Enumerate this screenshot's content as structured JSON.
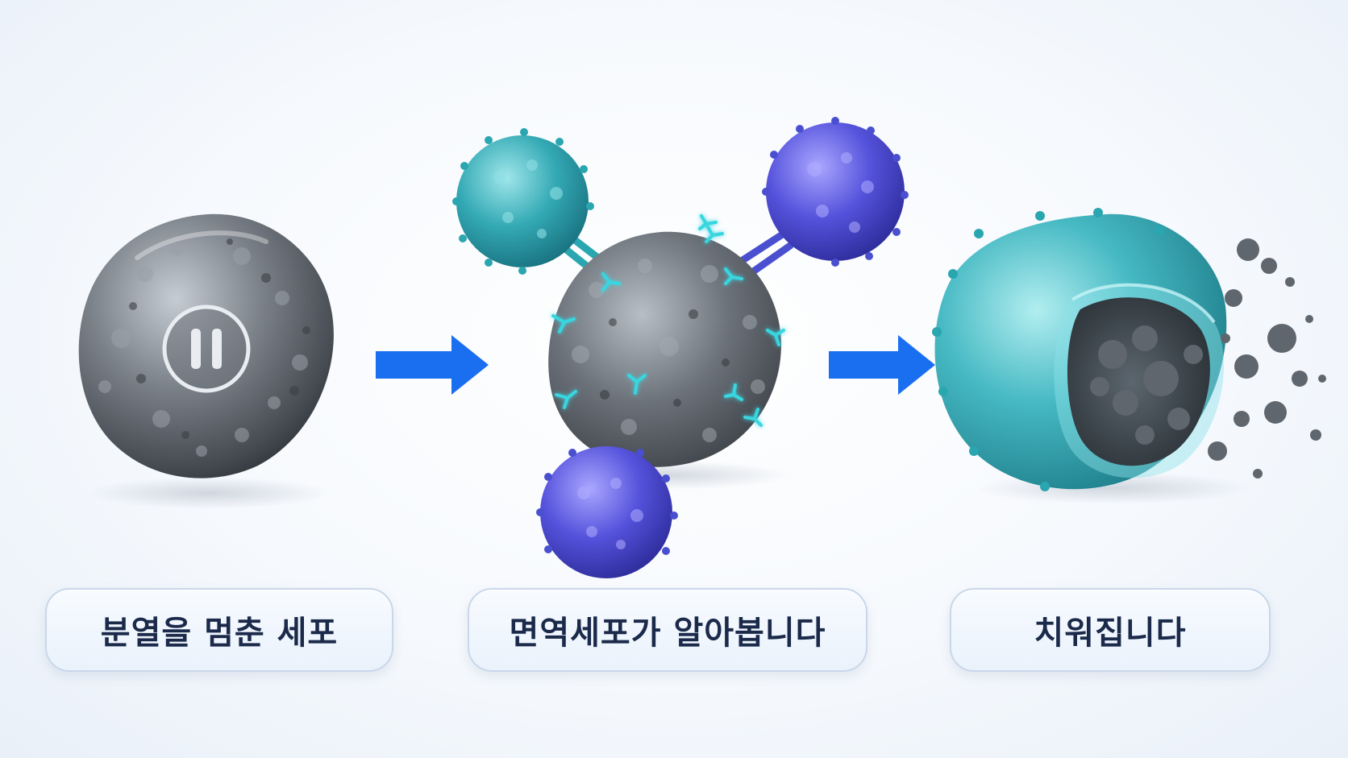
{
  "steps": [
    {
      "label": "분열을 멈춘 세포"
    },
    {
      "label": "면역세포가 알아봅니다"
    },
    {
      "label": "치워집니다"
    }
  ],
  "colors": {
    "arrow": "#1a6ff0",
    "stalled_cell": "#6f747c",
    "immune_teal": "#2aa6b0",
    "immune_violet": "#4a4fd0",
    "receptor": "#38d6e0",
    "label_text": "#1b2a4a"
  },
  "icons": {
    "stalled_cell_marker": "pause-icon",
    "flow": "right-arrow-icon"
  }
}
